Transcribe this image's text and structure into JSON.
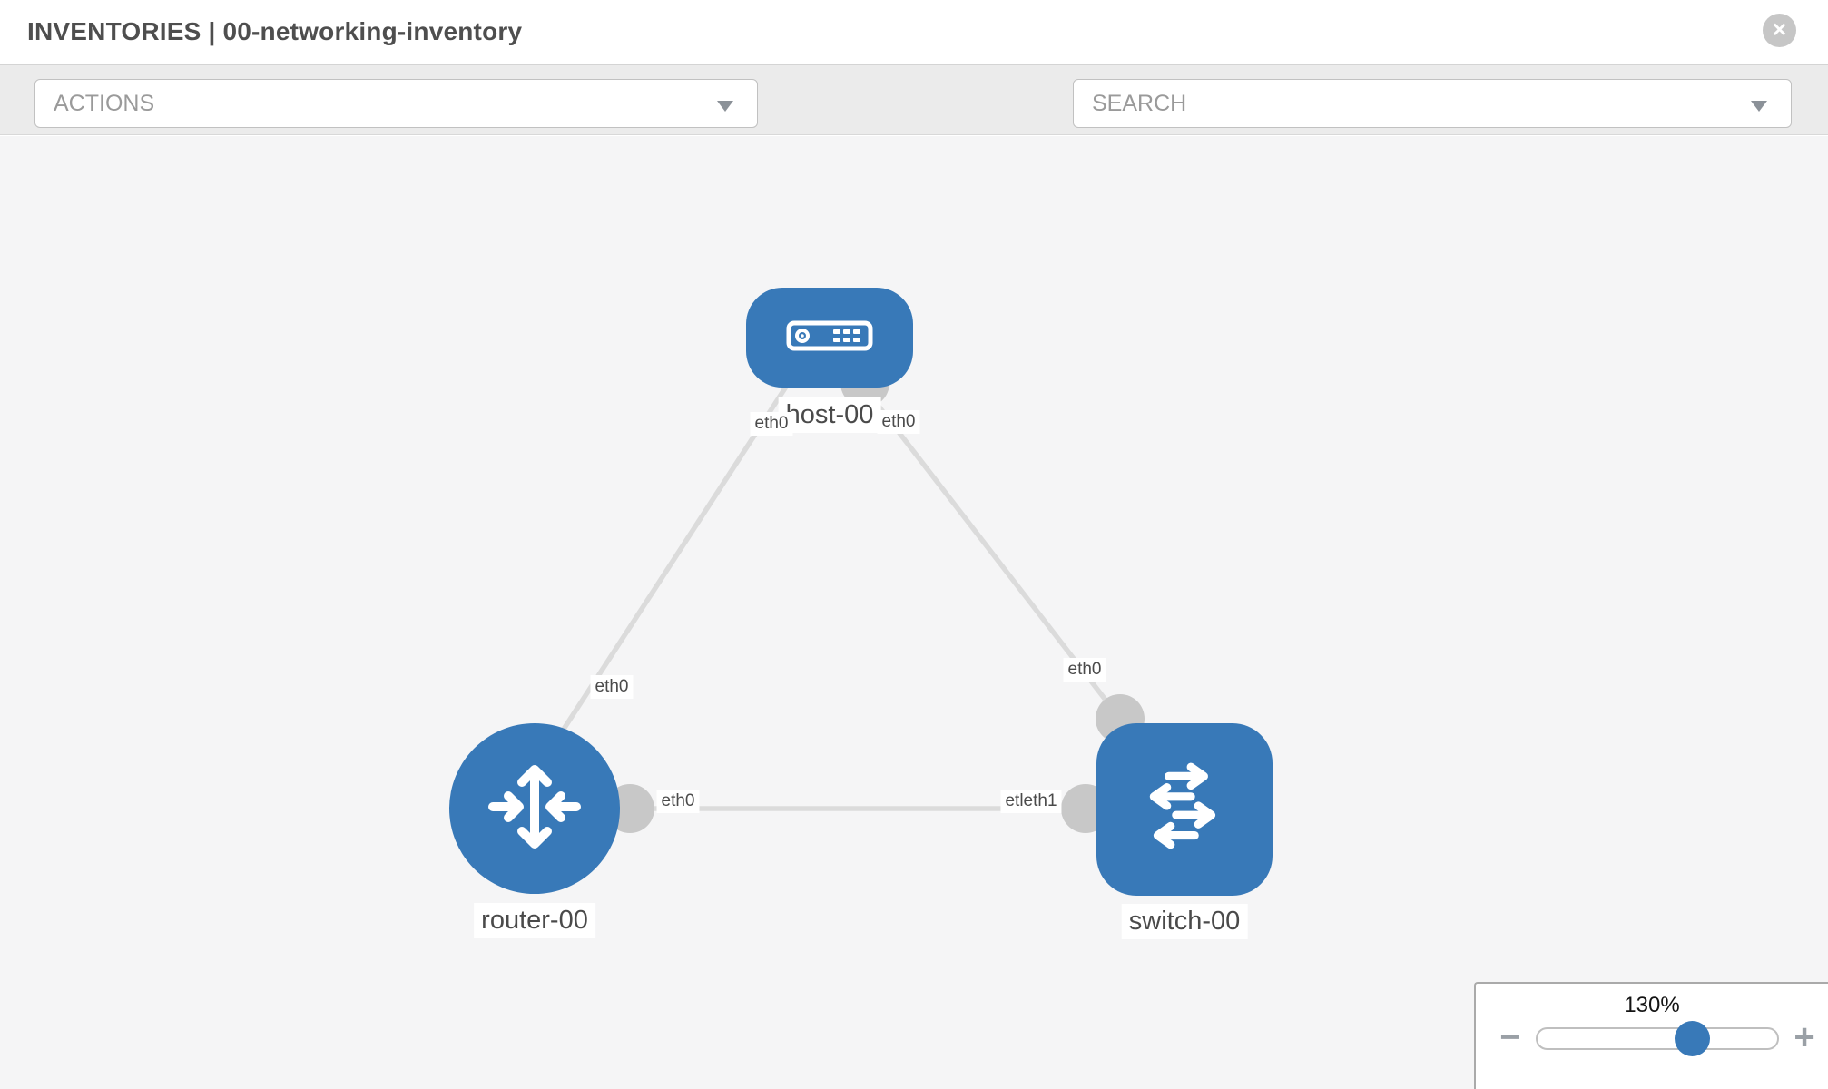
{
  "header": {
    "title": "INVENTORIES | 00-networking-inventory"
  },
  "toolbar": {
    "actions_label": "ACTIONS",
    "search_placeholder": "SEARCH"
  },
  "icons": {
    "close": "✕"
  },
  "diagram": {
    "nodes": {
      "host": {
        "label": "host-00",
        "type": "host"
      },
      "router": {
        "label": "router-00",
        "type": "router"
      },
      "switch": {
        "label": "switch-00",
        "type": "switch"
      }
    },
    "interface_labels": {
      "host_side_router_link": "eth0",
      "host_side_switch_link": "eth0",
      "router_side_host_link": "eth0",
      "switch_side_host_link": "eth0",
      "router_side_switch_link": "eth0",
      "switch_side_router_link": "etleth1"
    }
  },
  "zoom_control": {
    "level": "130%",
    "minus_label": "−",
    "plus_label": "+"
  },
  "colors": {
    "node_blue": "#3879b8",
    "link_gray": "#dbdbdb",
    "connector_gray": "#c8c8c8",
    "canvas_bg": "#f5f5f6",
    "toolbar_bg": "#ebebeb"
  }
}
